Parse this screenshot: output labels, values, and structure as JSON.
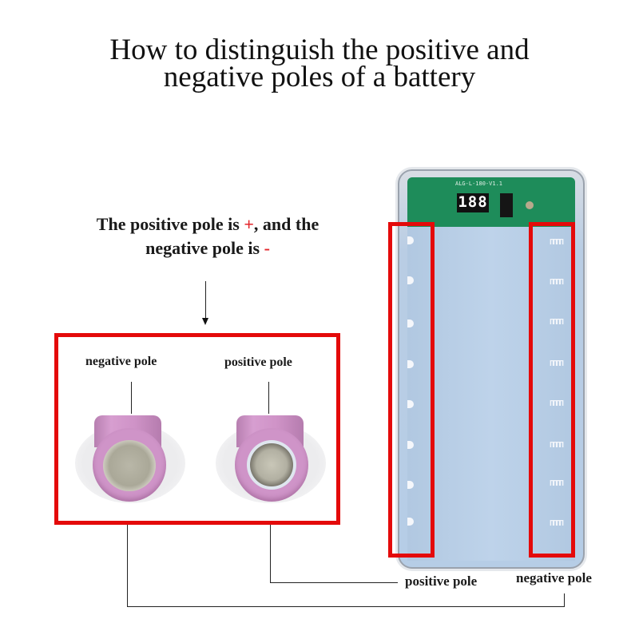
{
  "title": {
    "line1": "How to distinguish the positive and",
    "line2": "negative poles of a battery"
  },
  "note": {
    "text_a": "The positive pole is ",
    "plus_symbol": "+",
    "text_b": ", and the",
    "text_c": "negative pole is ",
    "minus_symbol": "-"
  },
  "cells_panel": {
    "left_label": "negative pole",
    "right_label": "positive pole"
  },
  "battery_box": {
    "display_digits": "188",
    "pcb_marking": "ALG-L-180-V1.1",
    "slot_count": 8
  },
  "bottom_labels": {
    "positive": "positive pole",
    "negative": "negative pole"
  },
  "colors": {
    "highlight_red": "#e40a0a",
    "symbol_red": "#e3262b",
    "cell_pink": "#cf93c7",
    "pcb_green": "#1e8c5a",
    "case_blue": "#b6cde6"
  }
}
